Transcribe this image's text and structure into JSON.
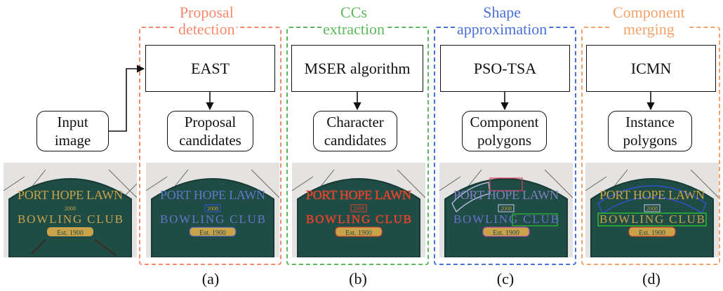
{
  "input": {
    "label": "Input\nimage"
  },
  "stages": [
    {
      "id": "a",
      "title": "Proposal\ndetection",
      "method": "EAST",
      "result": "Proposal\ncandidates",
      "panel": "(a)",
      "color": "#f4896b"
    },
    {
      "id": "b",
      "title": "CCs\nextraction",
      "method": "MSER algorithm",
      "result": "Character\ncandidates",
      "panel": "(b)",
      "color": "#5cb85c"
    },
    {
      "id": "c",
      "title": "Shape\napproximation",
      "method": "PSO-TSA",
      "result": "Component\npolygons",
      "panel": "(c)",
      "color": "#4a6fd8"
    },
    {
      "id": "d",
      "title": "Component\nmerging",
      "method": "ICMN",
      "result": "Instance\npolygons",
      "panel": "(d)",
      "color": "#f4a26b"
    }
  ],
  "sign": {
    "line1": "PORT HOPE LAWN",
    "line2": "BOWLING CLUB",
    "small": "2008",
    "est": "Est. 1900"
  },
  "colors": {
    "sign_green": "#1f4d45",
    "sign_text": "#c9a24a",
    "box_red": "#e04030",
    "box_blue": "#3050d0",
    "box_green": "#30c030"
  }
}
